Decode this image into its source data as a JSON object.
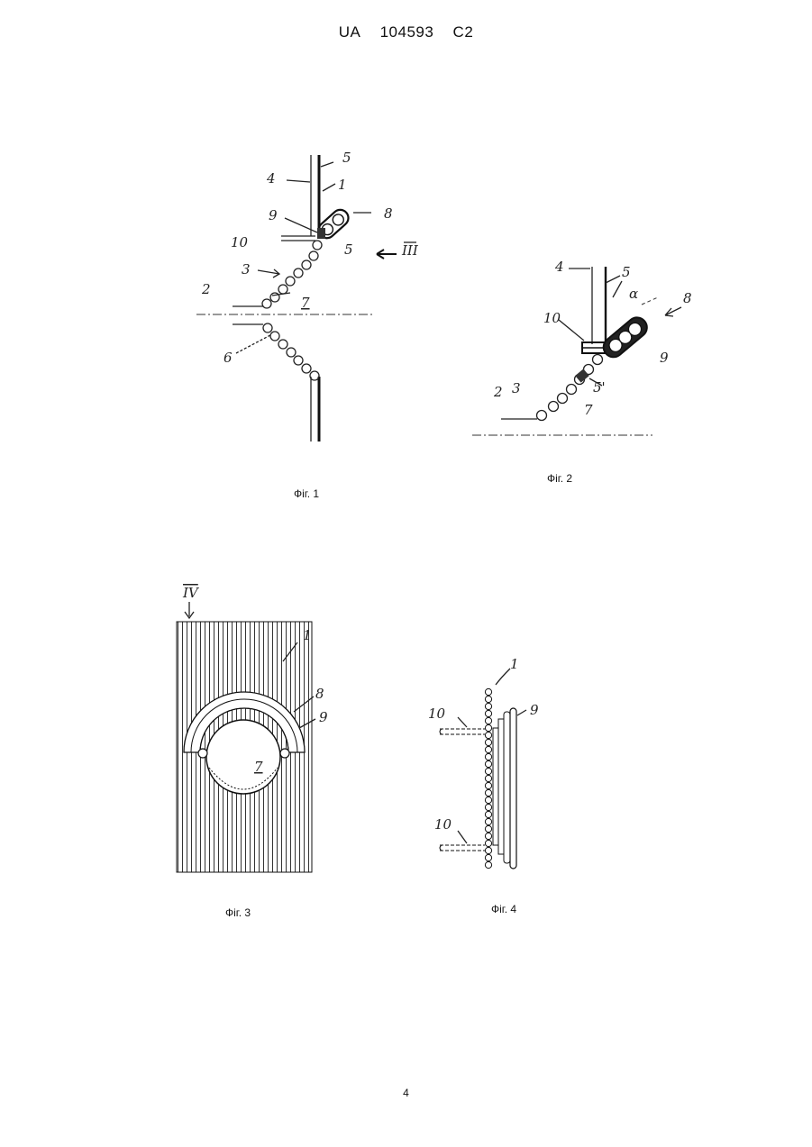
{
  "header": {
    "country": "UA",
    "number": "104593",
    "kind": "C2"
  },
  "figures": [
    {
      "caption": "Фіг. 1",
      "labels": [
        "5",
        "4",
        "1",
        "9",
        "8",
        "10",
        "5",
        "III",
        "3",
        "2",
        "7",
        "6"
      ]
    },
    {
      "caption": "Фіг. 2",
      "labels": [
        "4",
        "5",
        "α",
        "8",
        "10",
        "9",
        "5'",
        "2",
        "3",
        "7"
      ]
    },
    {
      "caption": "Фіг. 3",
      "labels": [
        "IV",
        "1",
        "8",
        "9",
        "7"
      ]
    },
    {
      "caption": "Фіг. 4",
      "labels": [
        "1",
        "10",
        "9",
        "10"
      ]
    }
  ],
  "page_number": "4"
}
